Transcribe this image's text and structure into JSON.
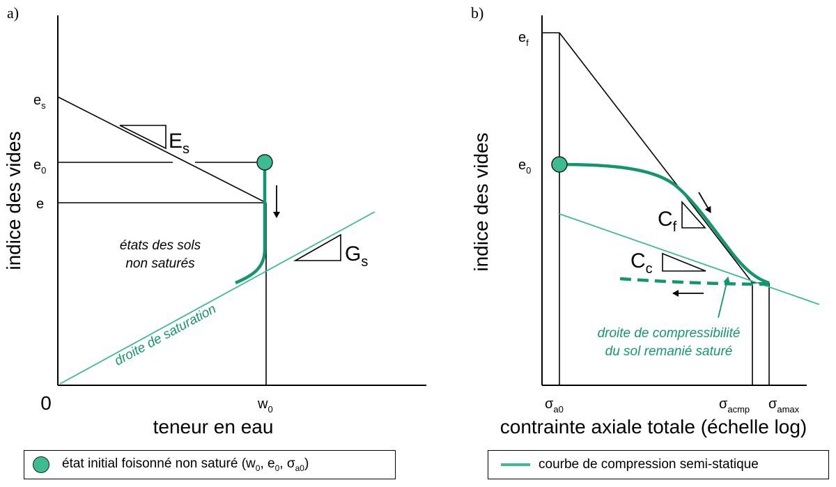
{
  "panel_a": {
    "tag": "a)",
    "ylabel": "indice des vides",
    "xlabel": "teneur en eau",
    "origin": "0",
    "yticks": {
      "es_main": "e",
      "es_sub": "s",
      "e0_main": "e",
      "e0_sub": "0",
      "e": "e"
    },
    "xtick": {
      "main": "w",
      "sub": "0"
    },
    "slope_es": {
      "main": "E",
      "sub": "s"
    },
    "slope_gs": {
      "main": "G",
      "sub": "s"
    },
    "region_label": [
      "états des sols",
      "non saturés"
    ],
    "saturation_label": "droite de saturation"
  },
  "panel_b": {
    "tag": "b)",
    "ylabel": "indice des vides",
    "xlabel": "contrainte axiale totale (échelle log)",
    "yticks": {
      "ef_main": "e",
      "ef_sub": "f",
      "e0_main": "e",
      "e0_sub": "0"
    },
    "xticks": [
      {
        "main": "σ",
        "sub": "a0"
      },
      {
        "main": "σ",
        "sub": "acmp"
      },
      {
        "main": "σ",
        "sub": "amax"
      }
    ],
    "slope_cf": {
      "main": "C",
      "sub": "f"
    },
    "slope_cc": {
      "main": "C",
      "sub": "c"
    },
    "compress_label": [
      "droite de compressibilité",
      "du sol remanié saturé"
    ]
  },
  "legend_a": {
    "text": "état initial foisonné non saturé (w",
    "s1": "0",
    "sep1": ", e",
    "s2": "0",
    "sep2": ", σ",
    "s3": "a0",
    "end": ")"
  },
  "legend_b": {
    "text": "courbe de compression semi-statique"
  },
  "colors": {
    "green": "#3dbb91",
    "dark_green": "#13966e",
    "black": "#000000"
  }
}
